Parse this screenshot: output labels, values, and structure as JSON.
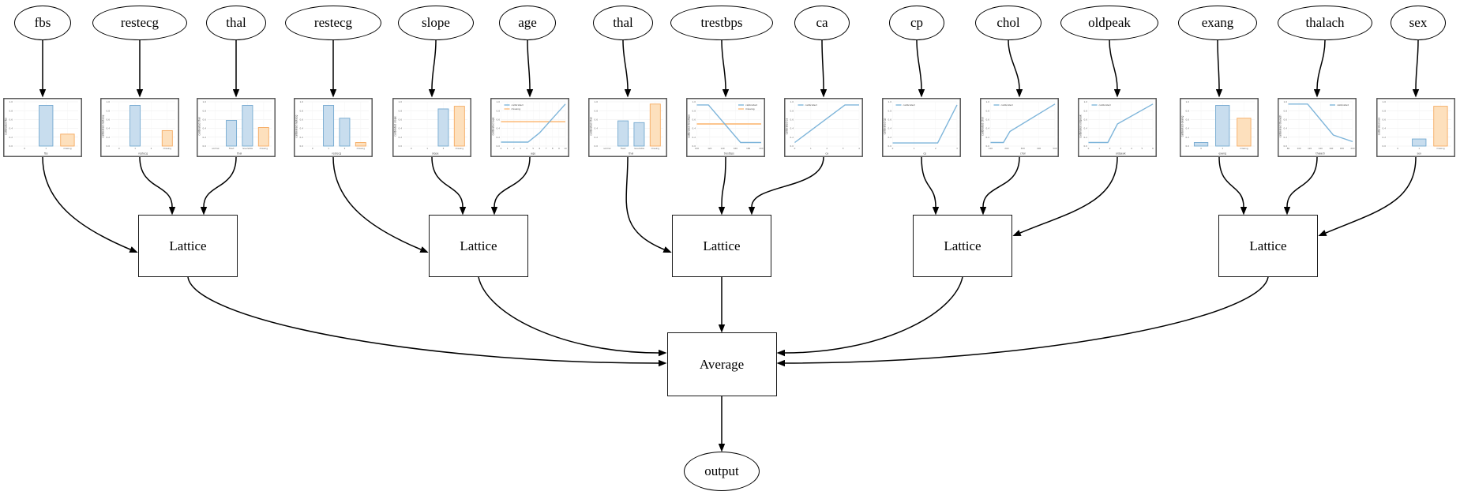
{
  "diagram": {
    "yticks": [
      "0.0",
      "0.2",
      "0.4",
      "0.6",
      "0.8",
      "1.0"
    ],
    "colors": {
      "edge": "#000000",
      "node_border": "#000000",
      "calibrated_line": "#7eb5da",
      "missing_line": "#fcbd7e",
      "bar_blue_fill": "#c8ddee",
      "bar_blue_edge": "#74a9d0",
      "bar_orange_fill": "#fde0bd",
      "bar_orange_edge": "#f5ab62",
      "chart_border": "#4d4d4d",
      "grid": "#ebebeb",
      "tick_text": "#666666",
      "label_text": "#444444"
    },
    "features": [
      {
        "id": "fbs",
        "label": "fbs",
        "chart": {
          "type": "bar",
          "xlabel": "fbs",
          "ylabel": "calibrated fbs",
          "categories": [
            "0",
            "1",
            "missing"
          ],
          "values": [
            0,
            0.92,
            0.27
          ],
          "colors": [
            "blue",
            "blue",
            "orange"
          ]
        }
      },
      {
        "id": "restecg_1",
        "label": "restecg",
        "chart": {
          "type": "bar",
          "xlabel": "restecg",
          "ylabel": "calibrated restecg",
          "categories": [
            "0",
            "1",
            "2",
            "missing"
          ],
          "values": [
            0,
            0.92,
            0,
            0.35
          ],
          "colors": [
            "blue",
            "blue",
            "blue",
            "orange"
          ]
        }
      },
      {
        "id": "thal_1",
        "label": "thal",
        "chart": {
          "type": "bar",
          "xlabel": "thal",
          "ylabel": "calibrated thal",
          "categories": [
            "normal",
            "fixed",
            "reversible",
            "missing"
          ],
          "values": [
            0,
            0.58,
            0.92,
            0.42
          ],
          "colors": [
            "blue",
            "blue",
            "blue",
            "orange"
          ]
        }
      },
      {
        "id": "restecg_2",
        "label": "restecg",
        "chart": {
          "type": "bar",
          "xlabel": "restecg",
          "ylabel": "calibrated restecg",
          "categories": [
            "0",
            "1",
            "2",
            "missing"
          ],
          "values": [
            0,
            0.92,
            0.63,
            0.08
          ],
          "colors": [
            "blue",
            "blue",
            "blue",
            "orange"
          ]
        }
      },
      {
        "id": "slope",
        "label": "slope",
        "chart": {
          "type": "bar",
          "xlabel": "slope",
          "ylabel": "calibrated slope",
          "categories": [
            "0",
            "1",
            "2",
            "missing"
          ],
          "values": [
            0,
            0,
            0.84,
            0.9
          ],
          "colors": [
            "blue",
            "blue",
            "blue",
            "orange"
          ]
        }
      },
      {
        "id": "age",
        "label": "age",
        "chart": {
          "type": "line",
          "xlabel": "age",
          "ylabel": "calibrated age",
          "xticks": [
            "0",
            "1",
            "2",
            "3",
            "4",
            "5",
            "6",
            "7",
            "8",
            "9",
            "10"
          ],
          "calibrated_points": [
            [
              0,
              0.09
            ],
            [
              0.42,
              0.09
            ],
            [
              0.6,
              0.3
            ],
            [
              1,
              0.95
            ]
          ],
          "missing_level": 0.55,
          "legend": [
            "calibrated",
            "missing"
          ],
          "legend_pos": "tl"
        }
      },
      {
        "id": "thal_2",
        "label": "thal",
        "chart": {
          "type": "bar",
          "xlabel": "thal",
          "ylabel": "calibrated thal",
          "categories": [
            "normal",
            "fixed",
            "reversible",
            "missing"
          ],
          "values": [
            0,
            0.57,
            0.53,
            0.95
          ],
          "colors": [
            "blue",
            "blue",
            "blue",
            "orange"
          ]
        }
      },
      {
        "id": "trestbps",
        "label": "trestbps",
        "chart": {
          "type": "line",
          "xlabel": "trestbps",
          "ylabel": "calibrated trestbps",
          "xticks": [
            "100",
            "120",
            "140",
            "160",
            "180",
            "200"
          ],
          "calibrated_points": [
            [
              0,
              0.93
            ],
            [
              0.18,
              0.93
            ],
            [
              0.68,
              0.08
            ],
            [
              1,
              0.08
            ]
          ],
          "missing_level": 0.5,
          "legend": [
            "calibrated",
            "missing"
          ],
          "legend_pos": "tr"
        }
      },
      {
        "id": "ca",
        "label": "ca",
        "chart": {
          "type": "line",
          "xlabel": "ca",
          "ylabel": "calibrated ca",
          "xticks": [
            "0",
            "1",
            "2",
            "3",
            "4"
          ],
          "calibrated_points": [
            [
              0,
              0.08
            ],
            [
              0.78,
              0.93
            ],
            [
              1,
              0.93
            ]
          ],
          "missing_level": null,
          "legend": [
            "calibrated"
          ],
          "legend_pos": "tl"
        }
      },
      {
        "id": "cp",
        "label": "cp",
        "chart": {
          "type": "line",
          "xlabel": "cp",
          "ylabel": "calibrated cp",
          "xticks": [
            "0",
            "1",
            "2",
            "3"
          ],
          "calibrated_points": [
            [
              0,
              0.07
            ],
            [
              0.7,
              0.07
            ],
            [
              1,
              0.93
            ]
          ],
          "missing_level": null,
          "legend": [
            "calibrated"
          ],
          "legend_pos": "tl"
        }
      },
      {
        "id": "chol",
        "label": "chol",
        "chart": {
          "type": "line",
          "xlabel": "chol",
          "ylabel": "calibrated chol",
          "xticks": [
            "100",
            "200",
            "300",
            "400",
            "500"
          ],
          "calibrated_points": [
            [
              0,
              0.08
            ],
            [
              0.2,
              0.08
            ],
            [
              0.3,
              0.33
            ],
            [
              1,
              0.95
            ]
          ],
          "missing_level": null,
          "legend": [
            "calibrated"
          ],
          "legend_pos": "tl"
        }
      },
      {
        "id": "oldpeak",
        "label": "oldpeak",
        "chart": {
          "type": "line",
          "xlabel": "oldpeak",
          "ylabel": "calibrated oldpeak",
          "xticks": [
            "0",
            "1",
            "2",
            "3",
            "4",
            "5",
            "6"
          ],
          "calibrated_points": [
            [
              0,
              0.08
            ],
            [
              0.3,
              0.08
            ],
            [
              0.45,
              0.5
            ],
            [
              1,
              0.95
            ]
          ],
          "missing_level": null,
          "legend": [
            "calibrated"
          ],
          "legend_pos": "tl"
        }
      },
      {
        "id": "exang",
        "label": "exang",
        "chart": {
          "type": "bar",
          "xlabel": "exang",
          "ylabel": "calibrated exang",
          "categories": [
            "0",
            "1",
            "missing"
          ],
          "values": [
            0.08,
            0.92,
            0.63
          ],
          "colors": [
            "blue",
            "blue",
            "orange"
          ]
        }
      },
      {
        "id": "thalach",
        "label": "thalach",
        "chart": {
          "type": "line",
          "xlabel": "thalach",
          "ylabel": "calibrated thalach",
          "xticks": [
            "80",
            "100",
            "120",
            "140",
            "160",
            "180",
            "200"
          ],
          "calibrated_points": [
            [
              0,
              0.95
            ],
            [
              0.3,
              0.95
            ],
            [
              0.7,
              0.25
            ],
            [
              1,
              0.1
            ]
          ],
          "missing_level": null,
          "legend": [
            "calibrated"
          ],
          "legend_pos": "tr"
        }
      },
      {
        "id": "sex",
        "label": "sex",
        "chart": {
          "type": "bar",
          "xlabel": "sex",
          "ylabel": "calibrated sex",
          "categories": [
            "0",
            "1",
            "missing"
          ],
          "values": [
            0,
            0.16,
            0.9
          ],
          "colors": [
            "blue",
            "blue",
            "orange"
          ]
        }
      }
    ],
    "lattices": [
      {
        "id": "lattice_1",
        "label": "Lattice",
        "inputs": [
          0,
          1,
          2
        ]
      },
      {
        "id": "lattice_2",
        "label": "Lattice",
        "inputs": [
          3,
          4,
          5
        ]
      },
      {
        "id": "lattice_3",
        "label": "Lattice",
        "inputs": [
          6,
          7,
          8
        ]
      },
      {
        "id": "lattice_4",
        "label": "Lattice",
        "inputs": [
          9,
          10,
          11
        ]
      },
      {
        "id": "lattice_5",
        "label": "Lattice",
        "inputs": [
          12,
          13,
          14
        ]
      }
    ],
    "combiner": {
      "id": "average",
      "label": "Average",
      "inputs": [
        "lattice_1",
        "lattice_2",
        "lattice_3",
        "lattice_4",
        "lattice_5"
      ]
    },
    "output_node": {
      "id": "output",
      "label": "output"
    },
    "edges": [
      [
        "fbs",
        "lattice_1"
      ],
      [
        "restecg_1",
        "lattice_1"
      ],
      [
        "thal_1",
        "lattice_1"
      ],
      [
        "restecg_2",
        "lattice_2"
      ],
      [
        "slope",
        "lattice_2"
      ],
      [
        "age",
        "lattice_2"
      ],
      [
        "thal_2",
        "lattice_3"
      ],
      [
        "trestbps",
        "lattice_3"
      ],
      [
        "ca",
        "lattice_3"
      ],
      [
        "cp",
        "lattice_4"
      ],
      [
        "chol",
        "lattice_4"
      ],
      [
        "oldpeak",
        "lattice_4"
      ],
      [
        "exang",
        "lattice_5"
      ],
      [
        "thalach",
        "lattice_5"
      ],
      [
        "sex",
        "lattice_5"
      ],
      [
        "lattice_1",
        "average"
      ],
      [
        "lattice_2",
        "average"
      ],
      [
        "lattice_3",
        "average"
      ],
      [
        "lattice_4",
        "average"
      ],
      [
        "lattice_5",
        "average"
      ],
      [
        "average",
        "output"
      ]
    ]
  }
}
